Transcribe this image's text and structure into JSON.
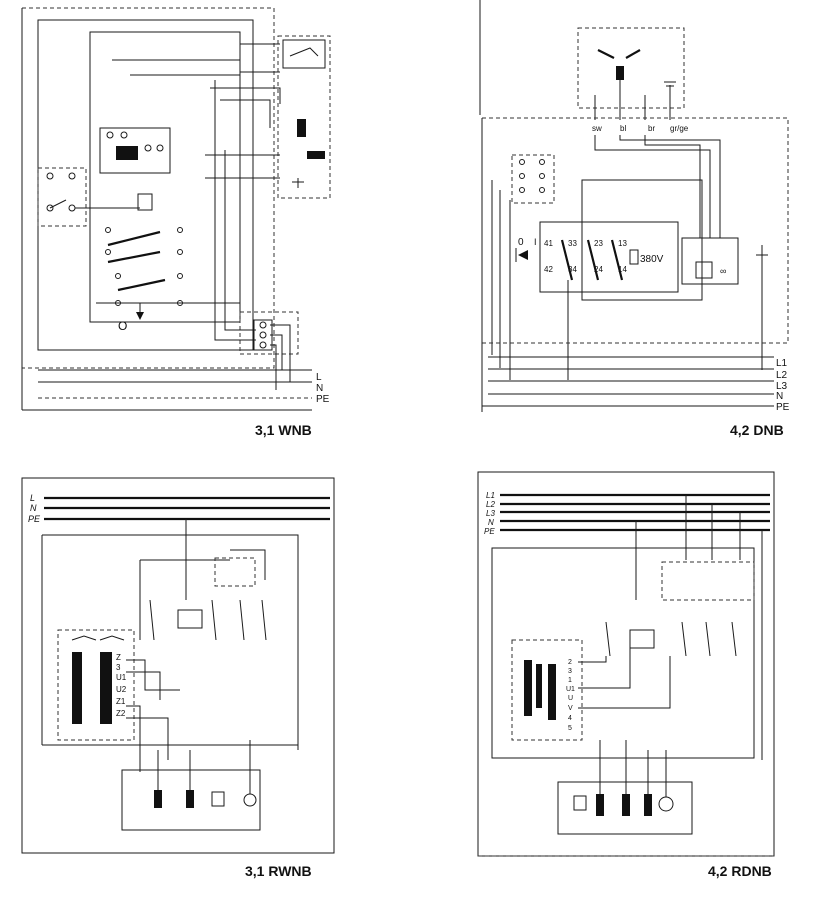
{
  "diagrams": [
    {
      "id": "wnb",
      "caption": "3,1 WNB",
      "bus_labels": [
        "L",
        "N",
        "PE"
      ],
      "marks": [
        "O"
      ]
    },
    {
      "id": "dnb",
      "caption": "4,2 DNB",
      "bus_labels": [
        "L1",
        "L2",
        "L3",
        "N",
        "PE"
      ],
      "wire_labels": [
        "sw",
        "bl",
        "br",
        "gr/ge"
      ],
      "marks": [
        "0",
        "I",
        "380V"
      ],
      "terminals": [
        "41",
        "33",
        "23",
        "13",
        "42",
        "34",
        "24",
        "14"
      ]
    },
    {
      "id": "rwnb",
      "caption": "3,1 RWNB",
      "bus_labels": [
        "L",
        "N",
        "PE"
      ],
      "terminal_labels": [
        "Z",
        "3",
        "U1",
        "U2",
        "Z1",
        "Z2"
      ]
    },
    {
      "id": "rdnb",
      "caption": "4,2 RDNB",
      "bus_labels": [
        "L1",
        "L2",
        "L3",
        "N",
        "PE"
      ],
      "terminal_labels": [
        "2",
        "3",
        "1",
        "U1",
        "U",
        "V",
        "4",
        "5"
      ]
    }
  ]
}
